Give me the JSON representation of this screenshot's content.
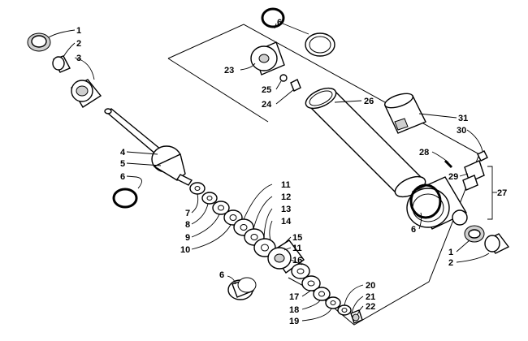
{
  "callouts": [
    {
      "id": "c1a",
      "text": "1"
    },
    {
      "id": "c2a",
      "text": "2"
    },
    {
      "id": "c3",
      "text": "3"
    },
    {
      "id": "c4",
      "text": "4"
    },
    {
      "id": "c5",
      "text": "5"
    },
    {
      "id": "c6a",
      "text": "6"
    },
    {
      "id": "c6b",
      "text": "6"
    },
    {
      "id": "c6c",
      "text": "6"
    },
    {
      "id": "c6d",
      "text": "6"
    },
    {
      "id": "c7",
      "text": "7"
    },
    {
      "id": "c8",
      "text": "8"
    },
    {
      "id": "c9",
      "text": "9"
    },
    {
      "id": "c10",
      "text": "10"
    },
    {
      "id": "c11a",
      "text": "11"
    },
    {
      "id": "c11b",
      "text": "11"
    },
    {
      "id": "c12",
      "text": "12"
    },
    {
      "id": "c13",
      "text": "13"
    },
    {
      "id": "c14",
      "text": "14"
    },
    {
      "id": "c15",
      "text": "15"
    },
    {
      "id": "c16",
      "text": "16"
    },
    {
      "id": "c17",
      "text": "17"
    },
    {
      "id": "c18",
      "text": "18"
    },
    {
      "id": "c19",
      "text": "19"
    },
    {
      "id": "c20",
      "text": "20"
    },
    {
      "id": "c21",
      "text": "21"
    },
    {
      "id": "c22",
      "text": "22"
    },
    {
      "id": "c23",
      "text": "23"
    },
    {
      "id": "c24",
      "text": "24"
    },
    {
      "id": "c25",
      "text": "25"
    },
    {
      "id": "c26",
      "text": "26"
    },
    {
      "id": "c27",
      "text": "27"
    },
    {
      "id": "c28",
      "text": "28"
    },
    {
      "id": "c29",
      "text": "29"
    },
    {
      "id": "c30",
      "text": "30"
    },
    {
      "id": "c31",
      "text": "31"
    },
    {
      "id": "c1b",
      "text": "1"
    },
    {
      "id": "c2b",
      "text": "2"
    }
  ]
}
